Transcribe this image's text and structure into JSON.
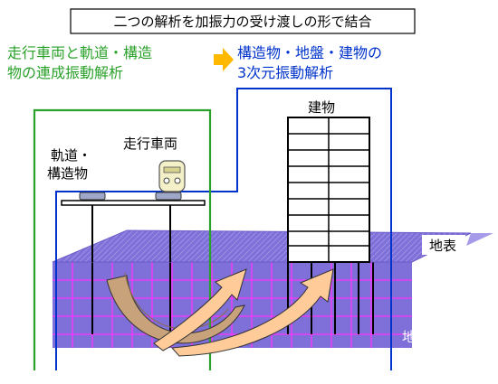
{
  "header": {
    "title": "二つの解析を加振力の受け渡しの形で結合"
  },
  "left_analysis": {
    "line1": "走行車両と軌道・構造",
    "line2": "物の連成振動解析"
  },
  "right_analysis": {
    "line1": "構造物・地盤・建物の",
    "line2": "3次元振動解析"
  },
  "labels": {
    "track_structure_line1": "軌道・",
    "track_structure_line2": "構造物",
    "vehicle": "走行車両",
    "building": "建物",
    "ground_surface": "地表",
    "ground": "地盤"
  },
  "colors": {
    "green": "#2aa12a",
    "blue": "#0033cc",
    "ground": "#7f6fd8",
    "grid": "#ff33ff",
    "arrow_brown": "#c8a27a",
    "arrow_peach": "#ffcc99",
    "orange": "#ffb800"
  }
}
